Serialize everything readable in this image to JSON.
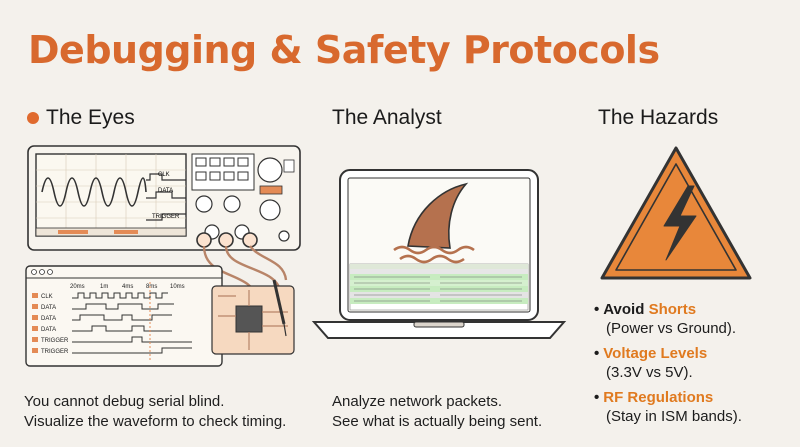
{
  "title": "Debugging & Safety Protocols",
  "sections": {
    "eyes": {
      "heading": "The Eyes",
      "caption_line1": "You cannot debug serial blind.",
      "caption_line2": "Visualize the waveform to check timing.",
      "scope_labels": [
        "CLK",
        "DATA",
        "TRIGGER"
      ],
      "logic_labels": [
        "CLK",
        "DATA",
        "DATA",
        "DATA",
        "TRIGGER",
        "TRIGGER"
      ],
      "logic_timebase": [
        "20ms",
        "1m",
        "4ms",
        "8ms",
        "10ms"
      ]
    },
    "analyst": {
      "heading": "The Analyst",
      "caption_line1": "Analyze network packets.",
      "caption_line2": "See what is actually being sent."
    },
    "hazards": {
      "heading": "The Hazards",
      "items": [
        {
          "bullet": "•",
          "strong": "Avoid",
          "accent": "Shorts",
          "sub": "(Power vs Ground)."
        },
        {
          "bullet": "•",
          "strong": "",
          "accent": "Voltage Levels",
          "sub": "(3.3V vs 5V)."
        },
        {
          "bullet": "•",
          "strong": "",
          "accent": "RF Regulations",
          "sub": "(Stay in ISM bands)."
        }
      ]
    }
  },
  "colors": {
    "accent": "#d8692e",
    "warning": "#e8873a",
    "shark": "#b5714e",
    "outline": "#333333"
  }
}
